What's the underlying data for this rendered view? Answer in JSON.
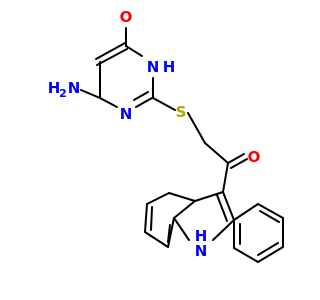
{
  "atoms": {
    "o_carbonyl_top": {
      "symbol": "O",
      "color": "#ff0000"
    },
    "n_amide": {
      "symbol": "N",
      "color": "#0000ff"
    },
    "h_amide": {
      "symbol": "H",
      "color": "#0000ff"
    },
    "n_ring": {
      "symbol": "N",
      "color": "#0000ff"
    },
    "nh2_h": {
      "symbol": "H",
      "color": "#0000ff"
    },
    "nh2_sub": {
      "symbol": "2",
      "color": "#0000ff"
    },
    "nh2_n": {
      "symbol": "N",
      "color": "#0000ff"
    },
    "s_thioether": {
      "symbol": "S",
      "color": "#b3a000"
    },
    "o_ketone": {
      "symbol": "O",
      "color": "#ff0000"
    },
    "h_indole": {
      "symbol": "H",
      "color": "#0000ff"
    },
    "n_indole": {
      "symbol": "N",
      "color": "#0000ff"
    }
  }
}
